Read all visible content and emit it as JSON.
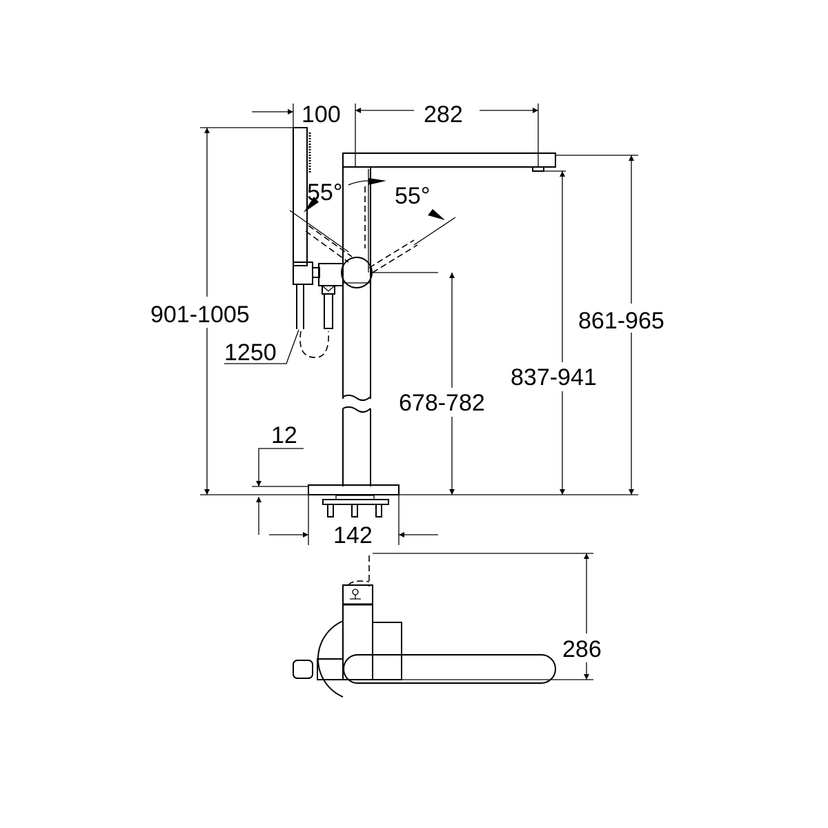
{
  "drawing": {
    "side_view": {
      "dims": {
        "shower_width": "100",
        "spout_reach": "282",
        "angle_left": "55°",
        "angle_right": "55°",
        "total_height": "901-1005",
        "hose_length": "1250",
        "spout_height_top": "861-965",
        "outlet_height": "837-941",
        "handle_height": "678-782",
        "base_thickness": "12",
        "base_width": "142"
      }
    },
    "top_view": {
      "dims": {
        "depth": "286"
      }
    },
    "line_color": "#000000",
    "background": "#ffffff"
  }
}
